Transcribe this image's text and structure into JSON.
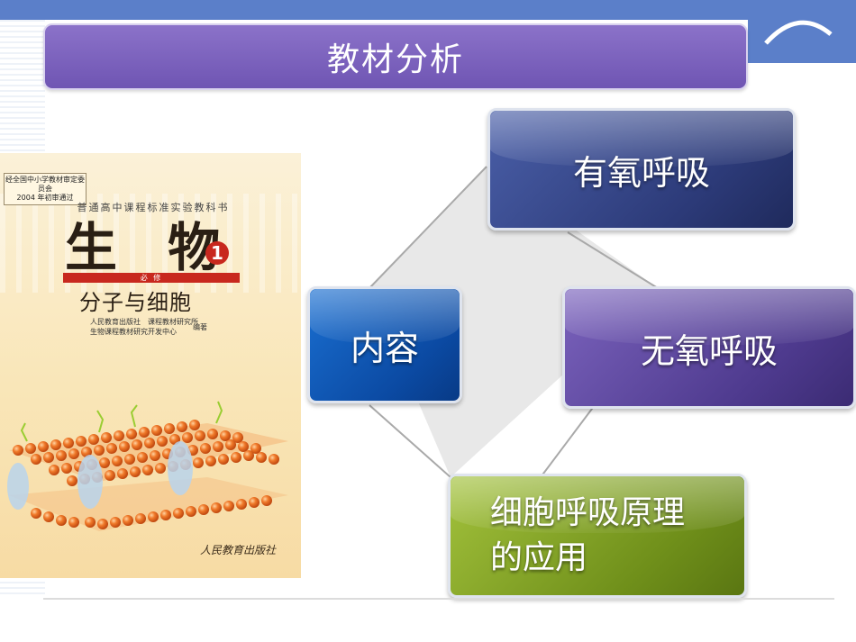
{
  "slide": {
    "title": "教材分析"
  },
  "book": {
    "stamp_line1": "经全国中小学教材审定委员会",
    "stamp_line2": "2004 年初审通过",
    "series": "普通高中课程标准实验教科书",
    "title": "生 物",
    "volume": "1",
    "tag": "必 修",
    "subtitle": "分子与细胞",
    "pub_line1": "人民教育出版社　课程教材研究所",
    "pub_line2": "生物课程教材研究开发中心",
    "editor": "编著",
    "publisher": "人民教育出版社"
  },
  "diagram": {
    "center": "内容",
    "top": "有氧呼吸",
    "right": "无氧呼吸",
    "bottom_line1": "细胞呼吸原理",
    "bottom_line2": "的应用"
  },
  "colors": {
    "title_bar": "#7b63c2",
    "band": "#5b7fc9",
    "center_box": "#0b4aa3",
    "aerobic_box": "#2c3a78",
    "anaerobic_box": "#4e3a8e",
    "apply_box": "#6f8f1a"
  }
}
